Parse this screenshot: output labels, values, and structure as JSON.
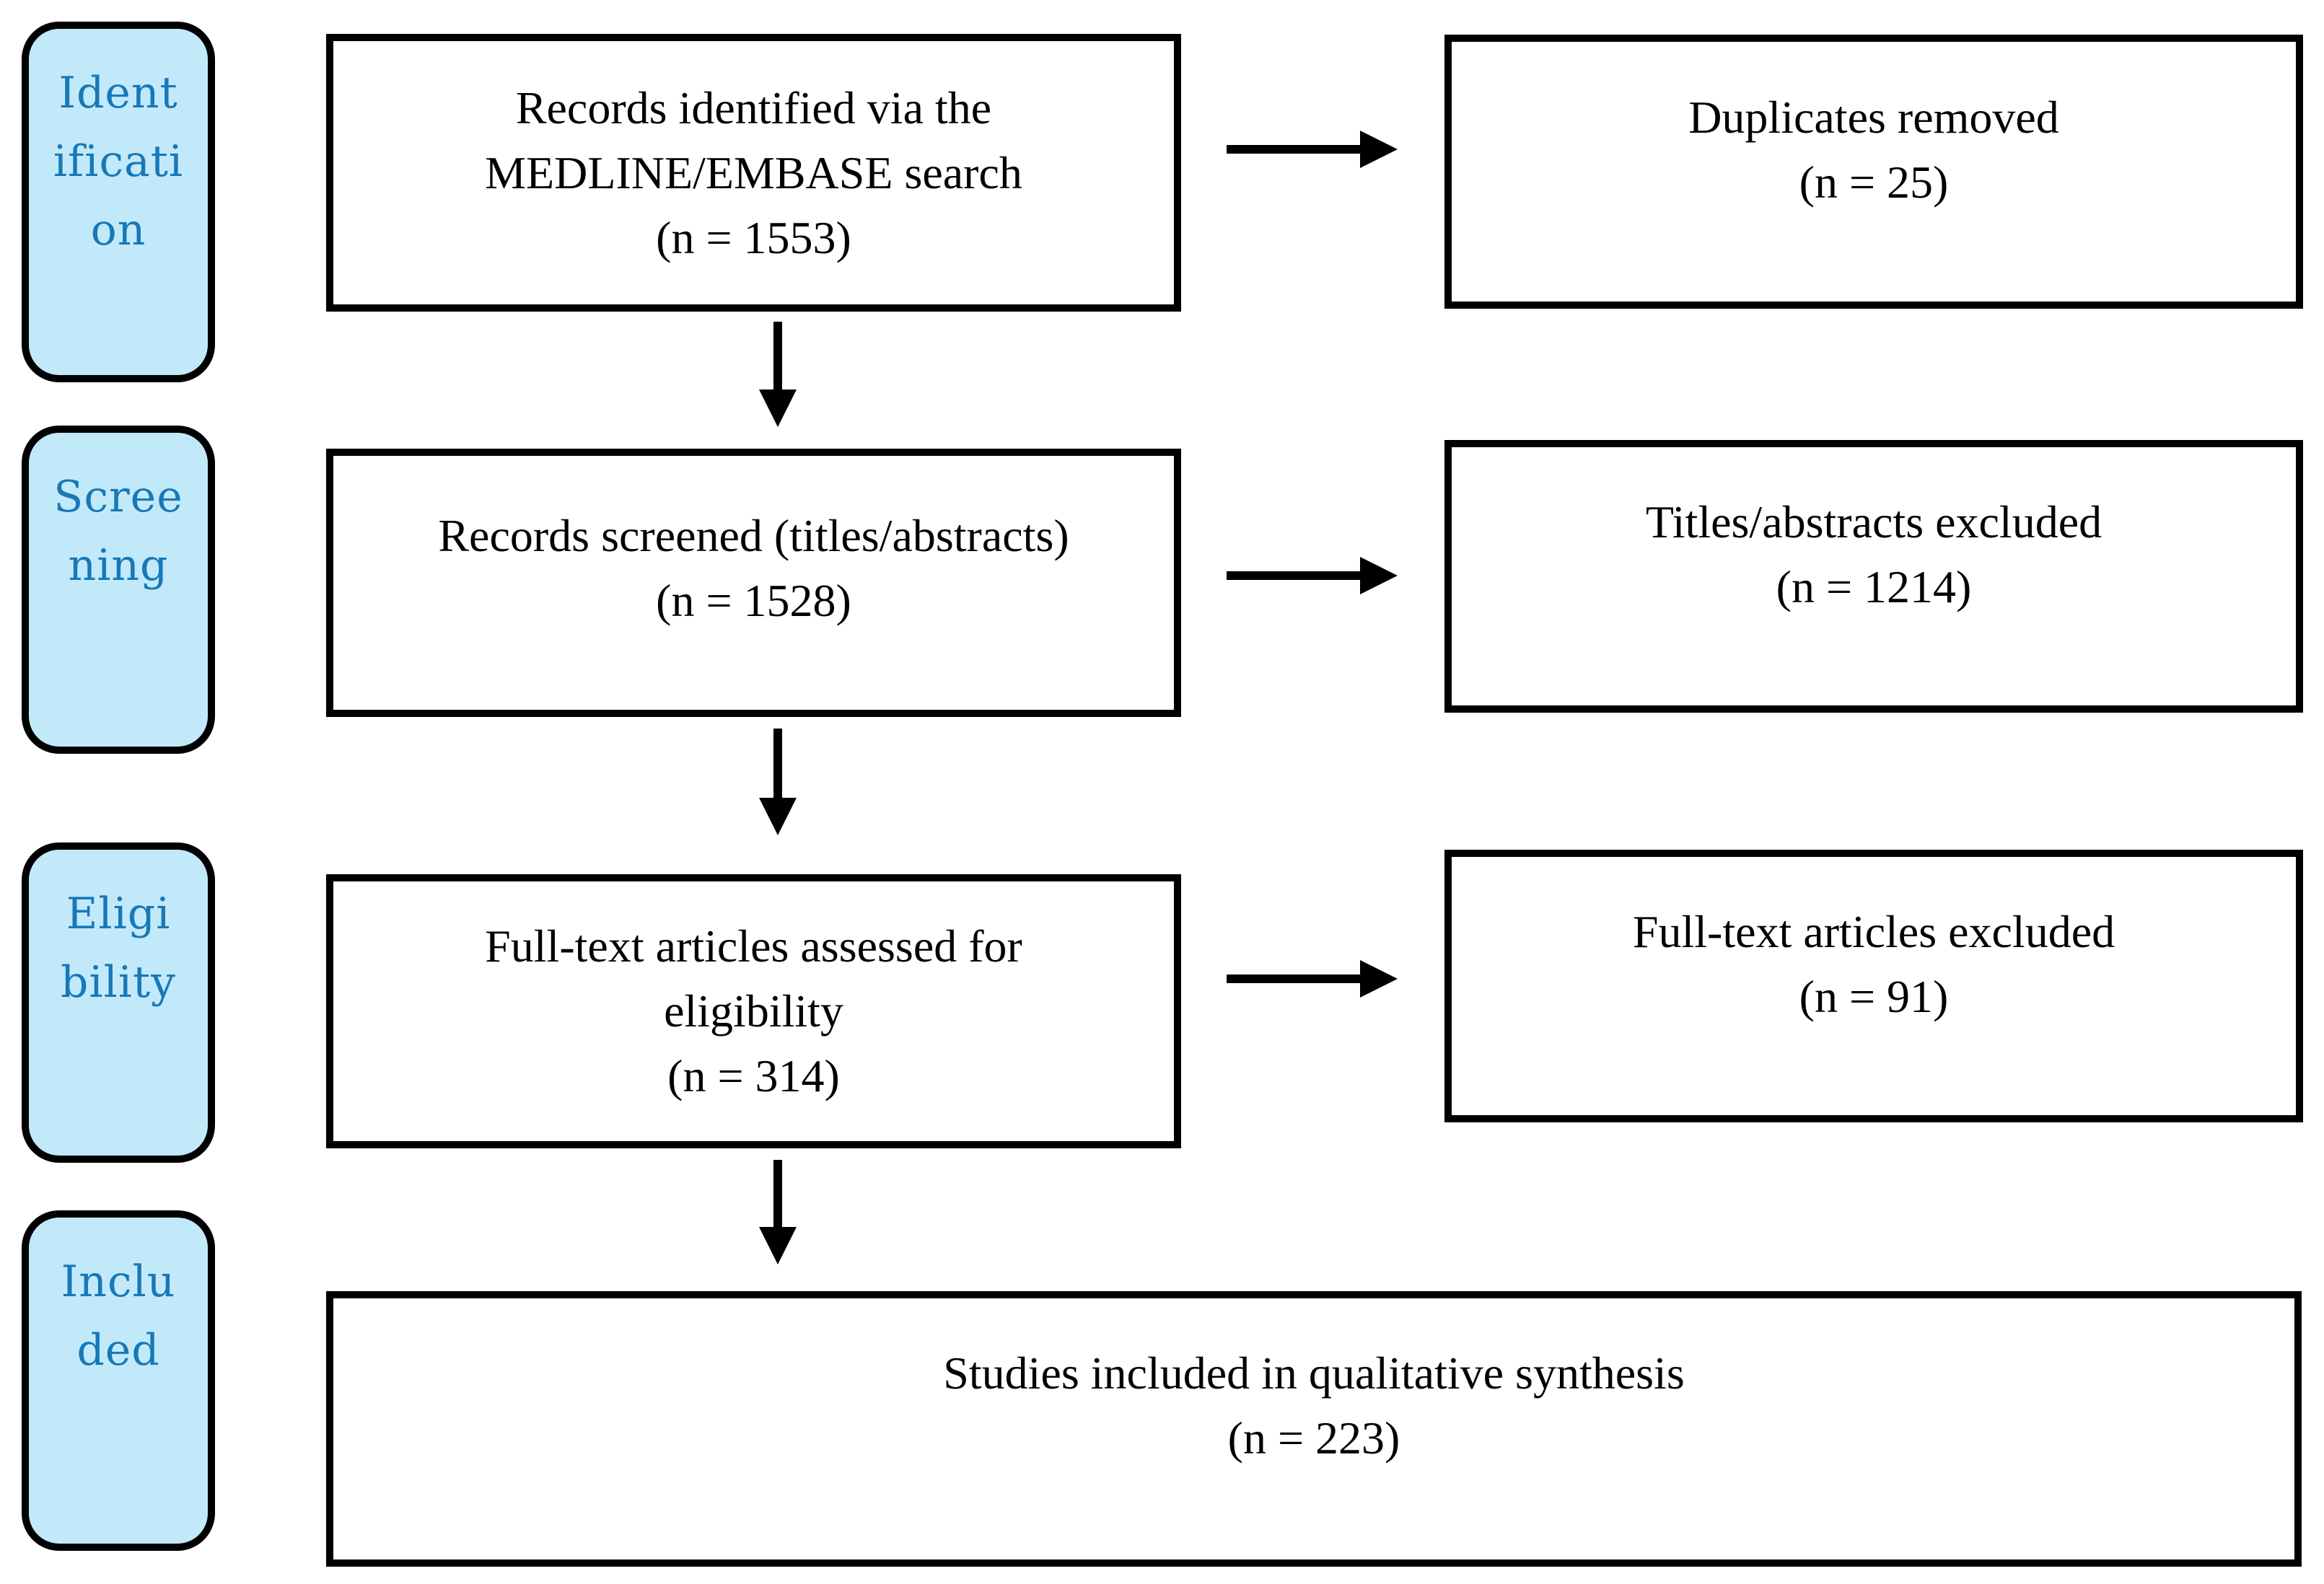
{
  "colors": {
    "stage_fill": "#c2e9fa",
    "stage_text": "#1878b8",
    "box_border": "#000000",
    "box_background": "#ffffff",
    "arrow": "#000000"
  },
  "stages": [
    {
      "label": "Identification",
      "display": "Ident\nificati\non"
    },
    {
      "label": "Screening",
      "display": "Scree\nning"
    },
    {
      "label": "Eligibility",
      "display": "Eligi\nbility"
    },
    {
      "label": "Included",
      "display": "Inclu\nded"
    }
  ],
  "main_flow": [
    {
      "text": "Records identified via the\nMEDLINE/EMBASE search",
      "count": "(n = 1553)"
    },
    {
      "text": "Records screened (titles/abstracts)",
      "count": "(n = 1528)"
    },
    {
      "text": "Full-text articles assessed for\neligibility",
      "count": "(n = 314)"
    },
    {
      "text": "Studies included in qualitative synthesis",
      "count": "(n = 223)"
    }
  ],
  "exclusions": [
    {
      "text": "Duplicates removed",
      "count": "(n = 25)"
    },
    {
      "text": "Titles/abstracts excluded",
      "count": "(n = 1214)"
    },
    {
      "text": "Full-text articles excluded",
      "count": "(n = 91)"
    }
  ]
}
